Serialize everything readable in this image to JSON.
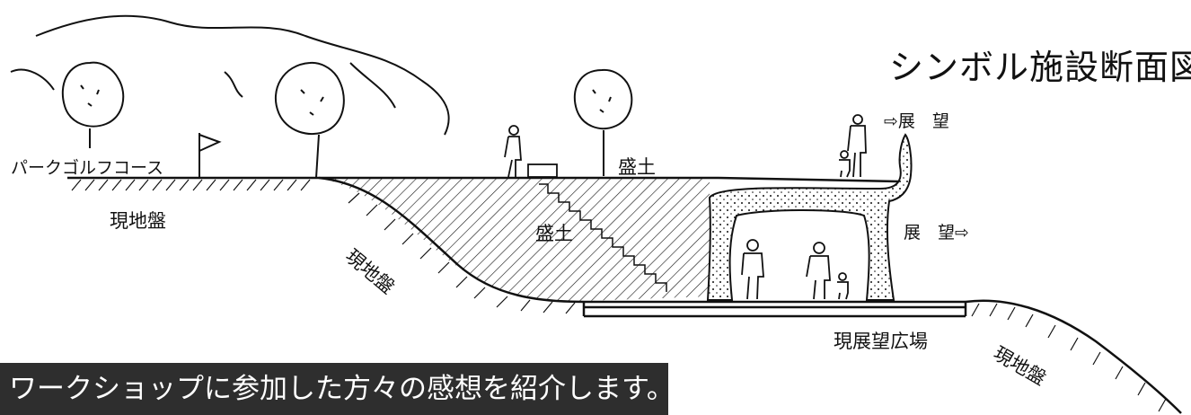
{
  "title": "シンボル施設断面図",
  "labels": {
    "park_golf": "パークゴルフコース",
    "ground_left": "現地盤",
    "ground_slope": "現地盤",
    "mound_top": "盛土",
    "mound_middle": "盛土",
    "view_top": "⇨展　望",
    "view_middle": "展　望⇨",
    "plaza": "現展望広場",
    "ground_right": "現地盤"
  },
  "banner": "ワークショップに参加した方々の感想を紹介します。",
  "colors": {
    "line": "#111111",
    "banner_bg": "#2e2e2e",
    "banner_text": "#ffffff"
  }
}
